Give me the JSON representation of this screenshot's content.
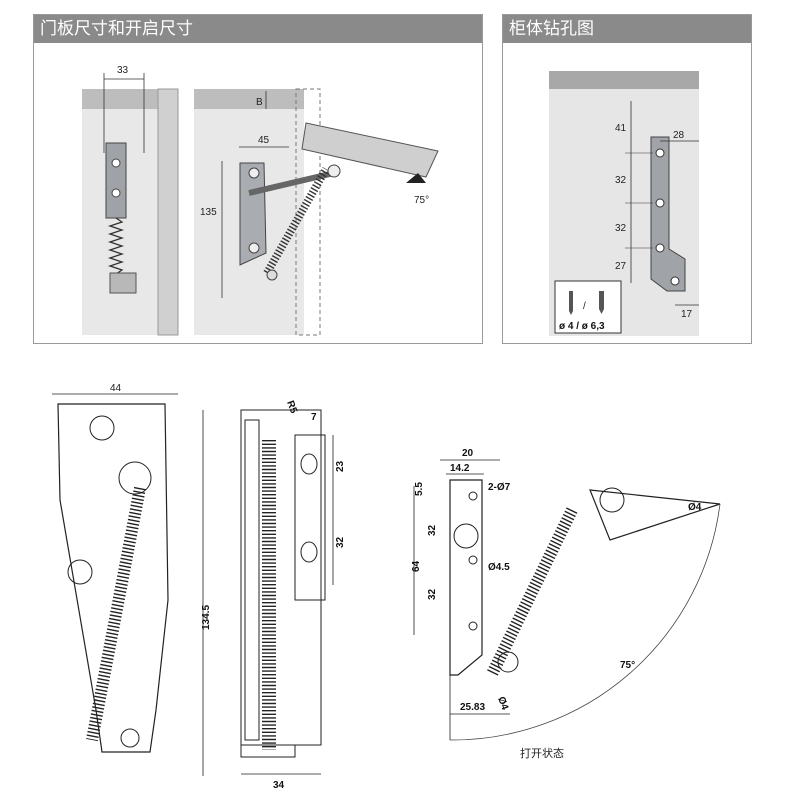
{
  "panels": {
    "door": {
      "title": "门板尺寸和开启尺寸"
    },
    "cabinet": {
      "title": "柜体钻孔图"
    }
  },
  "door_dims": {
    "width_33": "33",
    "b": "B",
    "d45": "45",
    "d135": "135",
    "angle": "75°"
  },
  "cabinet_dims": {
    "d41": "41",
    "d28": "28",
    "d32a": "32",
    "d32b": "32",
    "d27": "27",
    "d17": "17",
    "screw_sizes": "ø 4 / ø 6,3",
    "slash": "/"
  },
  "side_dims": {
    "d44": "44",
    "d134_5": "134.5"
  },
  "front_dims": {
    "r5": "R5",
    "d7": "7",
    "d23": "23",
    "d32": "32",
    "d34": "34"
  },
  "open_dims": {
    "d20": "20",
    "d14_2": "14.2",
    "d5_5": "5.5",
    "h2_7": "2-Ø7",
    "d32a": "32",
    "d64": "64",
    "d32b": "32",
    "h4_5": "Ø4.5",
    "h4a": "Ø4",
    "h4b": "Ø4",
    "d25_83": "25.83",
    "angle": "75°",
    "caption": "打开状态"
  },
  "colors": {
    "header_bg": "#8a8a8a",
    "panel_bg": "#e6e6e6",
    "metal": "#c9c9c9",
    "line": "#222222"
  }
}
